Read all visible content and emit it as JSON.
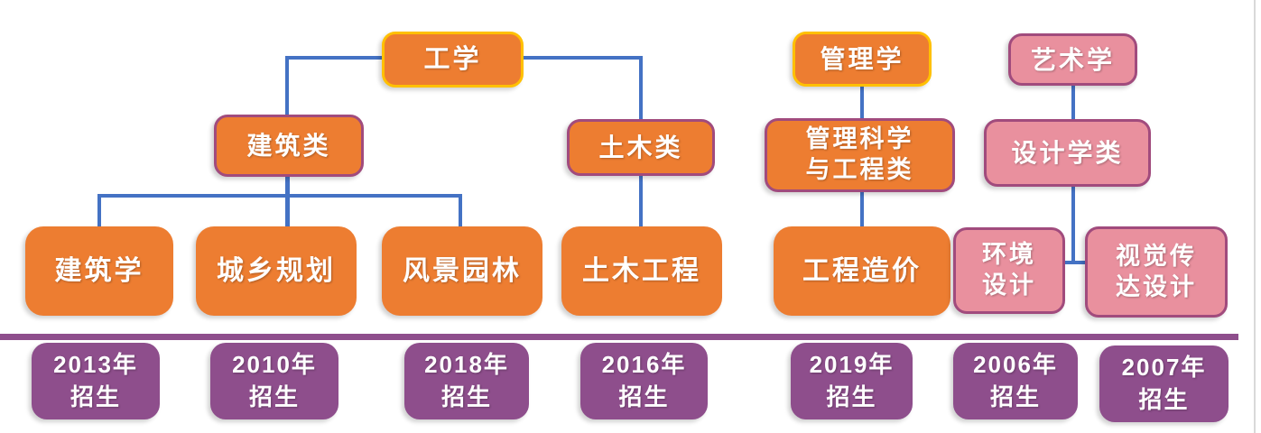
{
  "diagram": {
    "title_hint": "学科专业设置与招生年份结构图",
    "colors": {
      "orange": "#ED7D31",
      "yellow": "#FFC000",
      "plum": "#A14B7D",
      "pink": "#E9909E",
      "purple": "#8E4E8C",
      "blue": "#4472C4",
      "gray_edge": "#D9D9D9"
    },
    "faculties": {
      "engineering": {
        "label": "工学"
      },
      "management": {
        "label": "管理学"
      },
      "art": {
        "label": "艺术学"
      }
    },
    "categories": {
      "architecture": {
        "label": "建筑类"
      },
      "civil": {
        "label": "土木类"
      },
      "management_science": {
        "label": "管理科学\n与工程类"
      },
      "design": {
        "label": "设计学类"
      }
    },
    "majors": {
      "architecture": {
        "label": "建筑学"
      },
      "urban_rural_planning": {
        "label": "城乡规划"
      },
      "landscape": {
        "label": "风景园林"
      },
      "civil_engineering": {
        "label": "土木工程"
      },
      "engineering_cost": {
        "label": "工程造价"
      },
      "environment_design": {
        "label": "环境\n设计"
      },
      "visual_communication_design": {
        "label": "视觉传\n达设计"
      }
    },
    "enrollment": {
      "architecture": {
        "label": "2013年\n招生"
      },
      "urban_rural_planning": {
        "label": "2010年\n招生"
      },
      "landscape": {
        "label": "2018年\n招生"
      },
      "civil_engineering": {
        "label": "2016年\n招生"
      },
      "engineering_cost": {
        "label": "2019年\n招生"
      },
      "environment_design": {
        "label": "2006年\n招生"
      },
      "visual_communication_design": {
        "label": "2007年\n招生"
      }
    }
  }
}
